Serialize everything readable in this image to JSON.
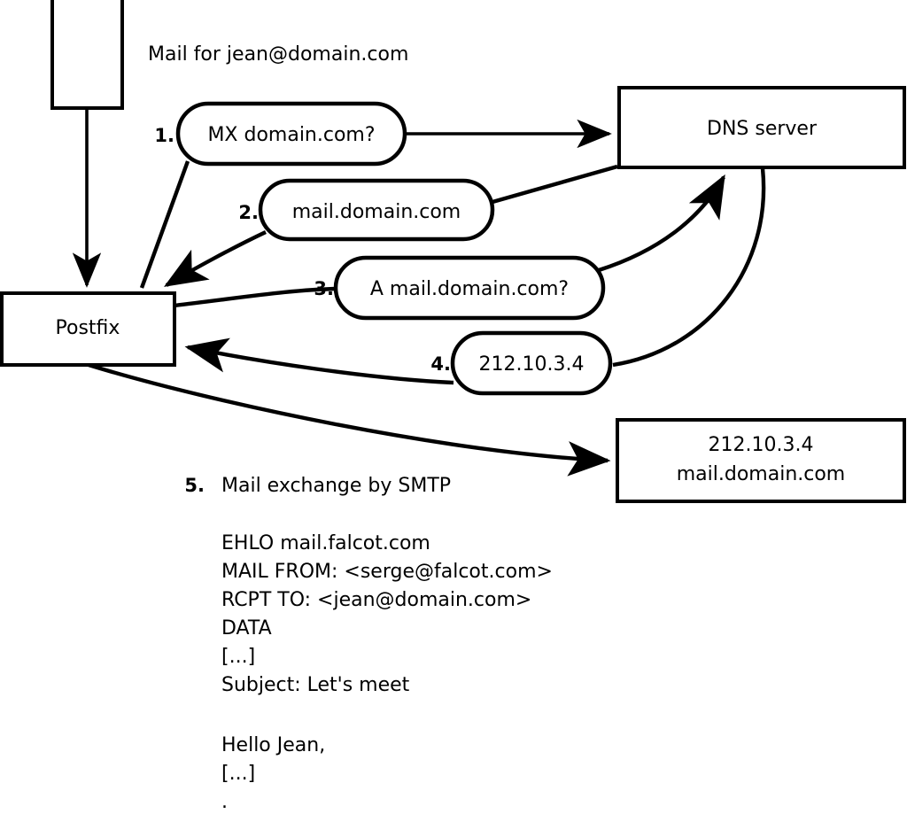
{
  "diagram": {
    "title": "Mail for jean@domain.com",
    "nodes": [
      {
        "id": "sender-client",
        "label": "",
        "shape": "rect"
      },
      {
        "id": "postfix",
        "label": "Postfix",
        "shape": "rect"
      },
      {
        "id": "dns-server",
        "label": "DNS server",
        "shape": "rect"
      },
      {
        "id": "mail-server",
        "label_line1": "212.10.3.4",
        "label_line2": "mail.domain.com",
        "shape": "rect"
      }
    ],
    "steps": [
      {
        "num": "1.",
        "bubble": "MX domain.com?"
      },
      {
        "num": "2.",
        "bubble": "mail.domain.com"
      },
      {
        "num": "3.",
        "bubble": "A mail.domain.com?"
      },
      {
        "num": "4.",
        "bubble": "212.10.3.4"
      },
      {
        "num": "5.",
        "text": "Mail exchange by SMTP"
      }
    ],
    "smtp_transcript": [
      "EHLO mail.falcot.com",
      "MAIL FROM: <serge@falcot.com>",
      "RCPT TO: <jean@domain.com>",
      "DATA",
      "[...]",
      "Subject: Let's meet",
      "",
      "Hello Jean,",
      "[...]",
      "."
    ],
    "colors": {
      "stroke": "#000000",
      "fill": "#ffffff",
      "text": "#000000"
    }
  }
}
